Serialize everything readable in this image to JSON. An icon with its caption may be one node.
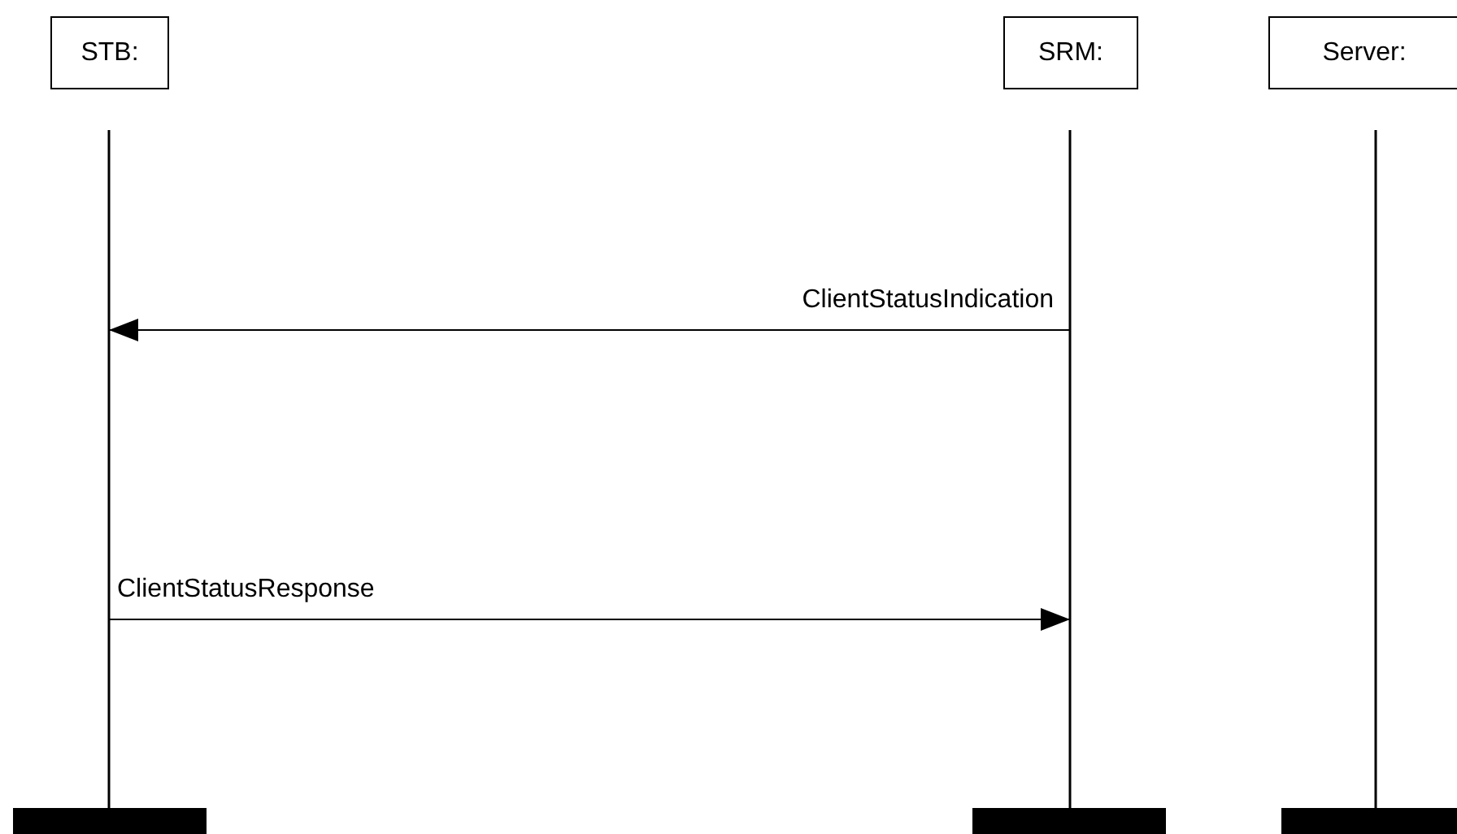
{
  "diagram": {
    "nodes": [
      {
        "text": [
          "STB:"
        ]
      },
      {
        "text": [
          "SRM:"
        ]
      },
      {
        "text": [
          "Server:"
        ]
      }
    ],
    "edges": [
      {
        "from": 1,
        "to": 0,
        "arrow": "to",
        "label": "ClientStatusIndication"
      },
      {
        "from": 0,
        "to": 1,
        "arrow": "to",
        "label": "ClientStatusResponse"
      }
    ]
  }
}
